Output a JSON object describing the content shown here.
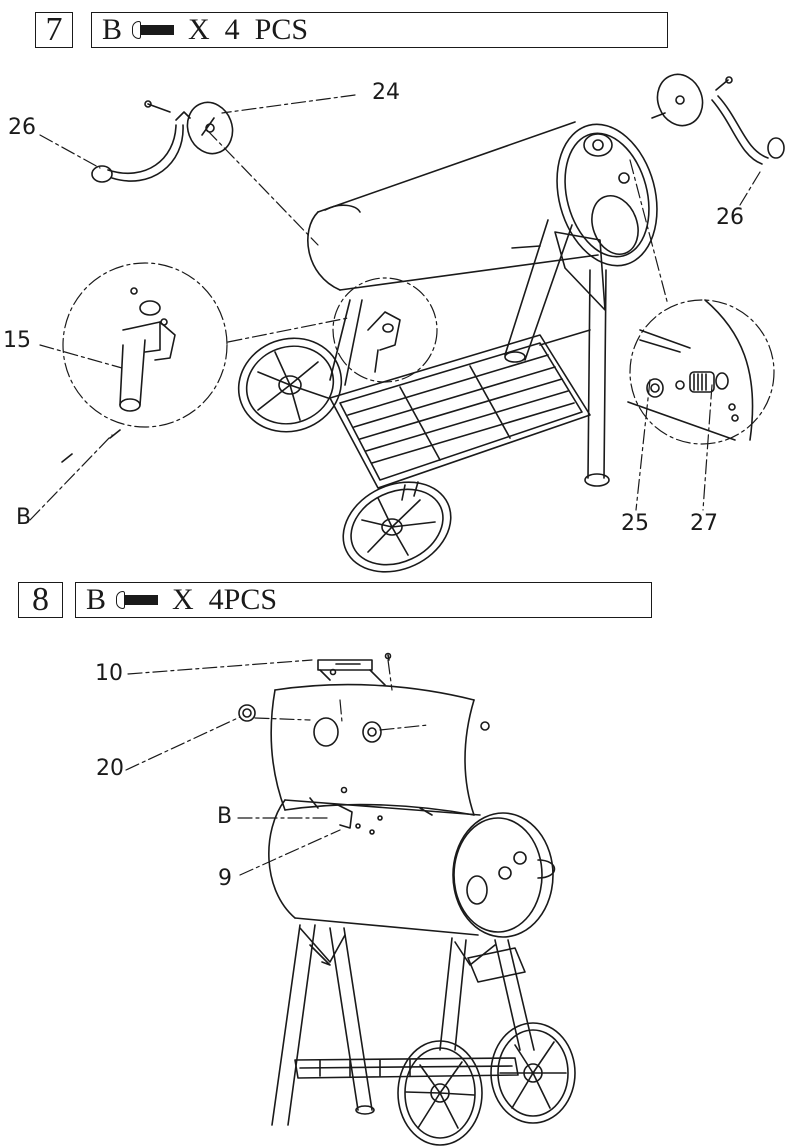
{
  "step7": {
    "number": "7",
    "fastener": "B",
    "quantity": "X  4  PCS",
    "callouts": {
      "c24": "24",
      "c26a": "26",
      "c26b": "26",
      "c15": "15",
      "cB": "B",
      "c25": "25",
      "c27": "27"
    }
  },
  "step8": {
    "number": "8",
    "fastener": "B",
    "quantity": "X  4PCS",
    "callouts": {
      "c10": "10",
      "c20": "20",
      "cB": "B",
      "c9": "9"
    }
  },
  "icons": {
    "fastener": "bolt-icon"
  },
  "colors": {
    "line": "#1a1a1a",
    "background": "#ffffff"
  }
}
